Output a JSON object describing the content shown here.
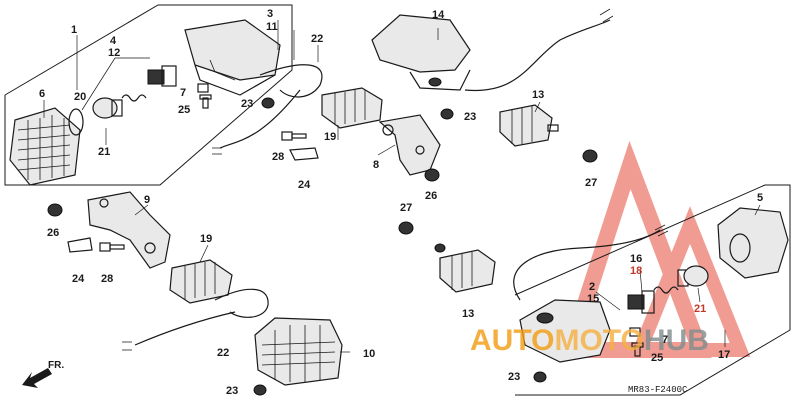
{
  "diagram": {
    "code": "MR83-F2400C",
    "front_label": "FR.",
    "watermark": {
      "part1": "AUTO",
      "part2": "MOTO",
      "part3": "HUB"
    },
    "callouts": [
      "1",
      "2",
      "3",
      "4",
      "5",
      "6",
      "7",
      "8",
      "9",
      "10",
      "11",
      "12",
      "13",
      "14",
      "15",
      "16",
      "17",
      "18",
      "19",
      "20",
      "21",
      "22",
      "23",
      "24",
      "25",
      "26",
      "27",
      "28"
    ]
  },
  "colors": {
    "watermark_red": "#e74c3c",
    "watermark_orange": "#f39c12",
    "watermark_gray": "#7f8c8d"
  }
}
